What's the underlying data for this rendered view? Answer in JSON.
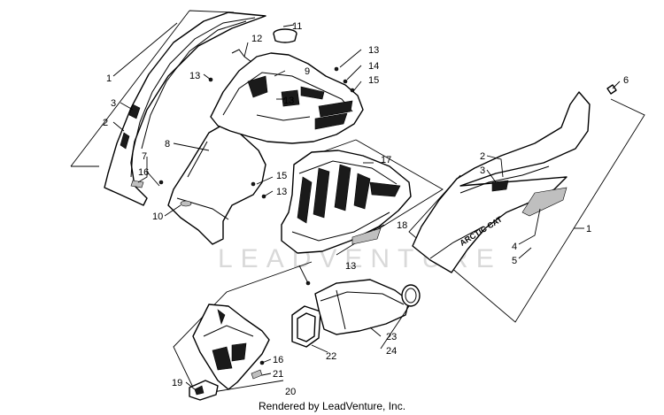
{
  "callouts": {
    "c1a": "1",
    "c2a": "2",
    "c3a": "3",
    "c7": "7",
    "c16a": "16",
    "c8": "8",
    "c10": "10",
    "c11": "11",
    "c12": "12",
    "c13a": "13",
    "c13b": "13",
    "c13c": "13",
    "c14": "14",
    "c15a": "15",
    "c9": "9",
    "c17": "17",
    "c15b": "15",
    "c13d": "13",
    "c18": "18",
    "c13e": "13",
    "c6": "6",
    "c2b": "2",
    "c3b": "3",
    "c4": "4",
    "c5": "5",
    "c1b": "1",
    "c23": "23",
    "c24": "24",
    "c22": "22",
    "c16b": "16",
    "c21": "21",
    "c19": "19",
    "c20": "20"
  },
  "decal_text": "ARCTIC CAT",
  "watermark": "LEADVENTURE",
  "footer": "Rendered by LeadVenture, Inc."
}
